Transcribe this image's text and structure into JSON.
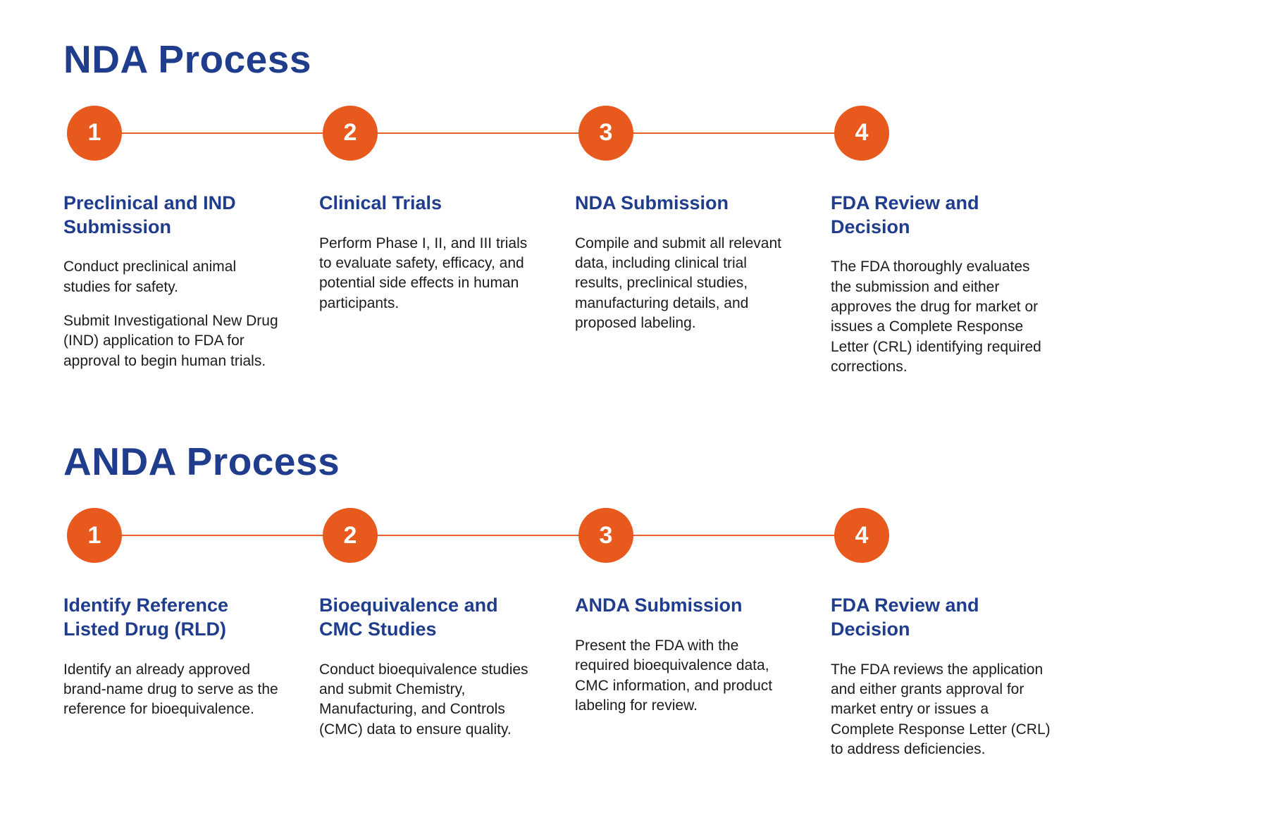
{
  "colors": {
    "accent_orange": "#E8591E",
    "connector_orange": "#E8602A",
    "heading_blue": "#1F3D8C",
    "body_text": "#1C1C1C",
    "background": "#FFFFFF"
  },
  "sections": [
    {
      "title": "NDA Process",
      "steps": [
        {
          "number": "1",
          "title": "Preclinical and IND Submission",
          "paragraphs": [
            "Conduct preclinical animal studies for safety.",
            "Submit Investigational New Drug (IND) application to FDA for approval to begin human trials."
          ]
        },
        {
          "number": "2",
          "title": "Clinical Trials",
          "paragraphs": [
            "Perform Phase I, II, and III trials to evaluate safety, efficacy, and potential side effects in human participants."
          ]
        },
        {
          "number": "3",
          "title": "NDA Submission",
          "paragraphs": [
            "Compile and submit all relevant data, including clinical trial results, preclinical studies, manufacturing details, and proposed labeling."
          ]
        },
        {
          "number": "4",
          "title": "FDA Review and Decision",
          "paragraphs": [
            "The FDA thoroughly evaluates the submission and either approves the drug for market or issues a Complete Response Letter (CRL) identifying required corrections."
          ]
        }
      ]
    },
    {
      "title": "ANDA Process",
      "steps": [
        {
          "number": "1",
          "title": "Identify Reference Listed Drug (RLD)",
          "paragraphs": [
            "Identify an already approved brand-name drug to serve as the reference for bioequivalence."
          ]
        },
        {
          "number": "2",
          "title": "Bioequivalence and CMC Studies",
          "paragraphs": [
            "Conduct bioequivalence studies and submit Chemistry, Manufacturing, and Controls (CMC) data to ensure quality."
          ]
        },
        {
          "number": "3",
          "title": "ANDA Submission",
          "paragraphs": [
            "Present the FDA with the required bioequivalence data, CMC information, and product labeling for review."
          ]
        },
        {
          "number": "4",
          "title": "FDA Review and Decision",
          "paragraphs": [
            "The FDA reviews the application and either grants approval for market entry or issues a Complete Response Letter (CRL) to address deficiencies."
          ]
        }
      ]
    }
  ]
}
